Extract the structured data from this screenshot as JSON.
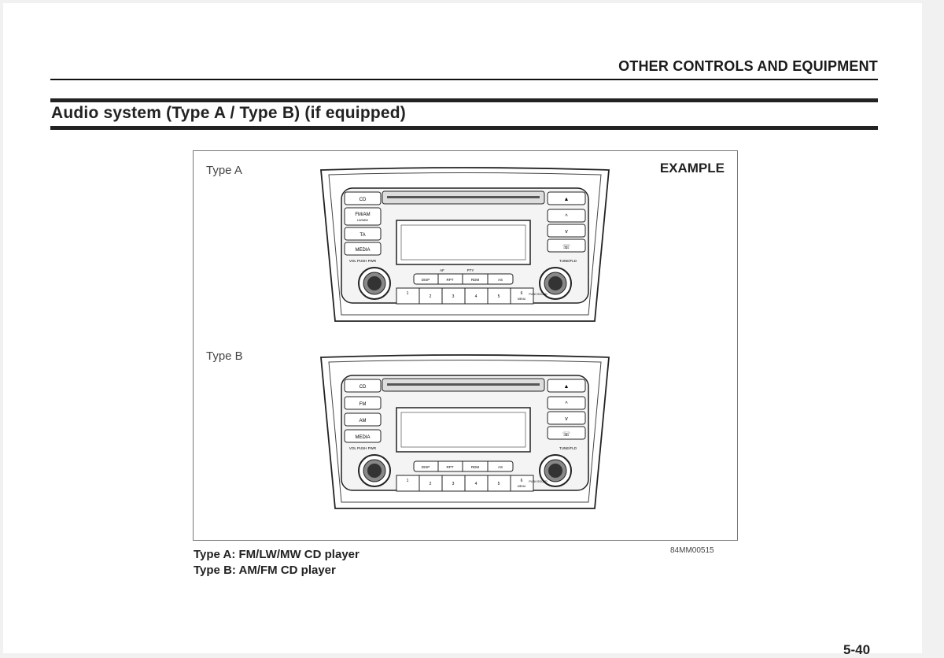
{
  "header": {
    "running_head": "OTHER CONTROLS AND EQUIPMENT"
  },
  "section": {
    "title": "Audio system (Type A / Type B) (if equipped)"
  },
  "figure": {
    "example_label": "EXAMPLE",
    "figure_code": "84MM00515",
    "type_a": {
      "label": "Type A",
      "buttons": {
        "cd": "CD",
        "band": "FM/AM",
        "band_sub": "LW/MW",
        "ta": "TA",
        "media": "MEDIA",
        "vol": "VOL PUSH PWR",
        "eject": "▲",
        "up": "^",
        "down": "v",
        "phone": "☏",
        "tune": "TUNE/FLD",
        "af": "AF",
        "pty": "PTY",
        "disp": "DISP",
        "rpt": "RPT",
        "rdm": "RDM",
        "as": "AS",
        "presets": [
          "1",
          "2",
          "3",
          "4",
          "5",
          "6"
        ],
        "menu": "MENU",
        "sound": "PUSH SOUND"
      }
    },
    "type_b": {
      "label": "Type B",
      "buttons": {
        "cd": "CD",
        "fm": "FM",
        "am": "AM",
        "media": "MEDIA",
        "vol": "VOL PUSH PWR",
        "eject": "▲",
        "up": "^",
        "down": "v",
        "phone": "☏",
        "tune": "TUNE/FLD",
        "disp": "DISP",
        "rpt": "RPT",
        "rdm": "RDM",
        "as": "AS",
        "presets": [
          "1",
          "2",
          "3",
          "4",
          "5",
          "6"
        ],
        "menu": "MENU",
        "sound": "PUSH SOUND"
      }
    }
  },
  "captions": [
    "Type A: FM/LW/MW CD player",
    "Type B: AM/FM CD player"
  ],
  "footer": {
    "page_number": "5-40"
  }
}
